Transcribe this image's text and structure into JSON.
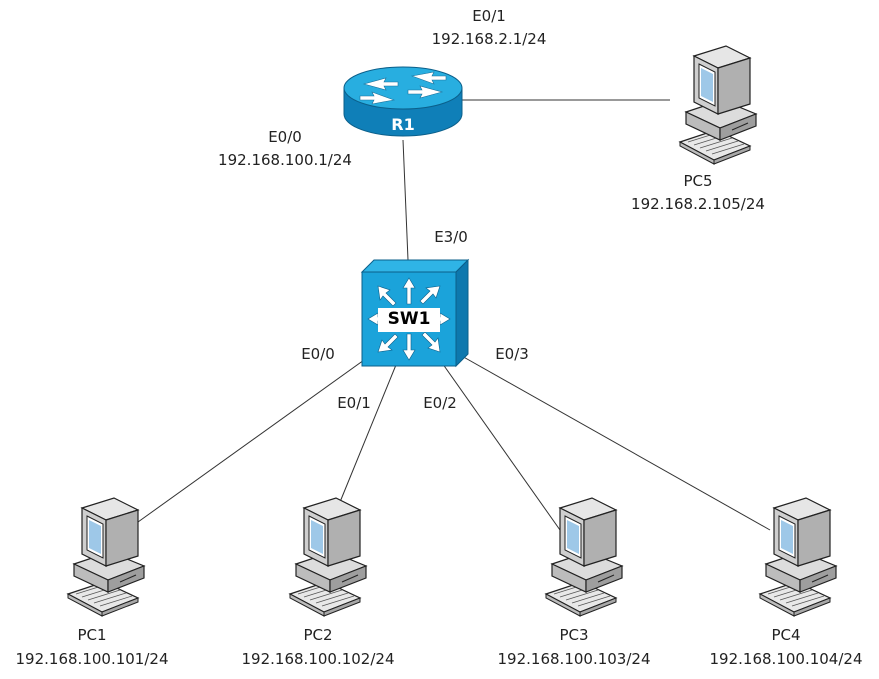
{
  "router": {
    "name": "R1",
    "port_e0_1": "E0/1",
    "ip_e0_1": "192.168.2.1/24",
    "port_e0_0": "E0/0",
    "ip_e0_0": "192.168.100.1/24"
  },
  "switch": {
    "name": "SW1",
    "port_e3_0": "E3/0",
    "port_e0_0": "E0/0",
    "port_e0_1": "E0/1",
    "port_e0_2": "E0/2",
    "port_e0_3": "E0/3"
  },
  "pcs": [
    {
      "name": "PC1",
      "ip": "192.168.100.101/24"
    },
    {
      "name": "PC2",
      "ip": "192.168.100.102/24"
    },
    {
      "name": "PC3",
      "ip": "192.168.100.103/24"
    },
    {
      "name": "PC4",
      "ip": "192.168.100.104/24"
    },
    {
      "name": "PC5",
      "ip": "192.168.2.105/24"
    }
  ],
  "colors": {
    "router_blue": "#1aa0d8",
    "switch_blue": "#1ba3da",
    "link": "#333333"
  }
}
